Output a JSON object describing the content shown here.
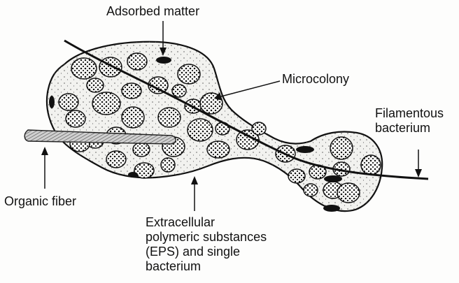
{
  "labels": {
    "adsorbed_matter": "Adsorbed matter",
    "microcolony": "Microcolony",
    "filamentous_bacterium": [
      "Filamentous",
      "bacterium"
    ],
    "organic_fiber": "Organic fiber",
    "eps": [
      "Extracellular",
      "polymeric substances",
      "(EPS) and single",
      "bacterium"
    ]
  },
  "colors": {
    "ink": "#111111",
    "background": "#fdfdfc",
    "floc_fill": "#f2f2ef",
    "cell_fill": "#fafaf8",
    "fiber_fill": "#bdbdbd"
  }
}
